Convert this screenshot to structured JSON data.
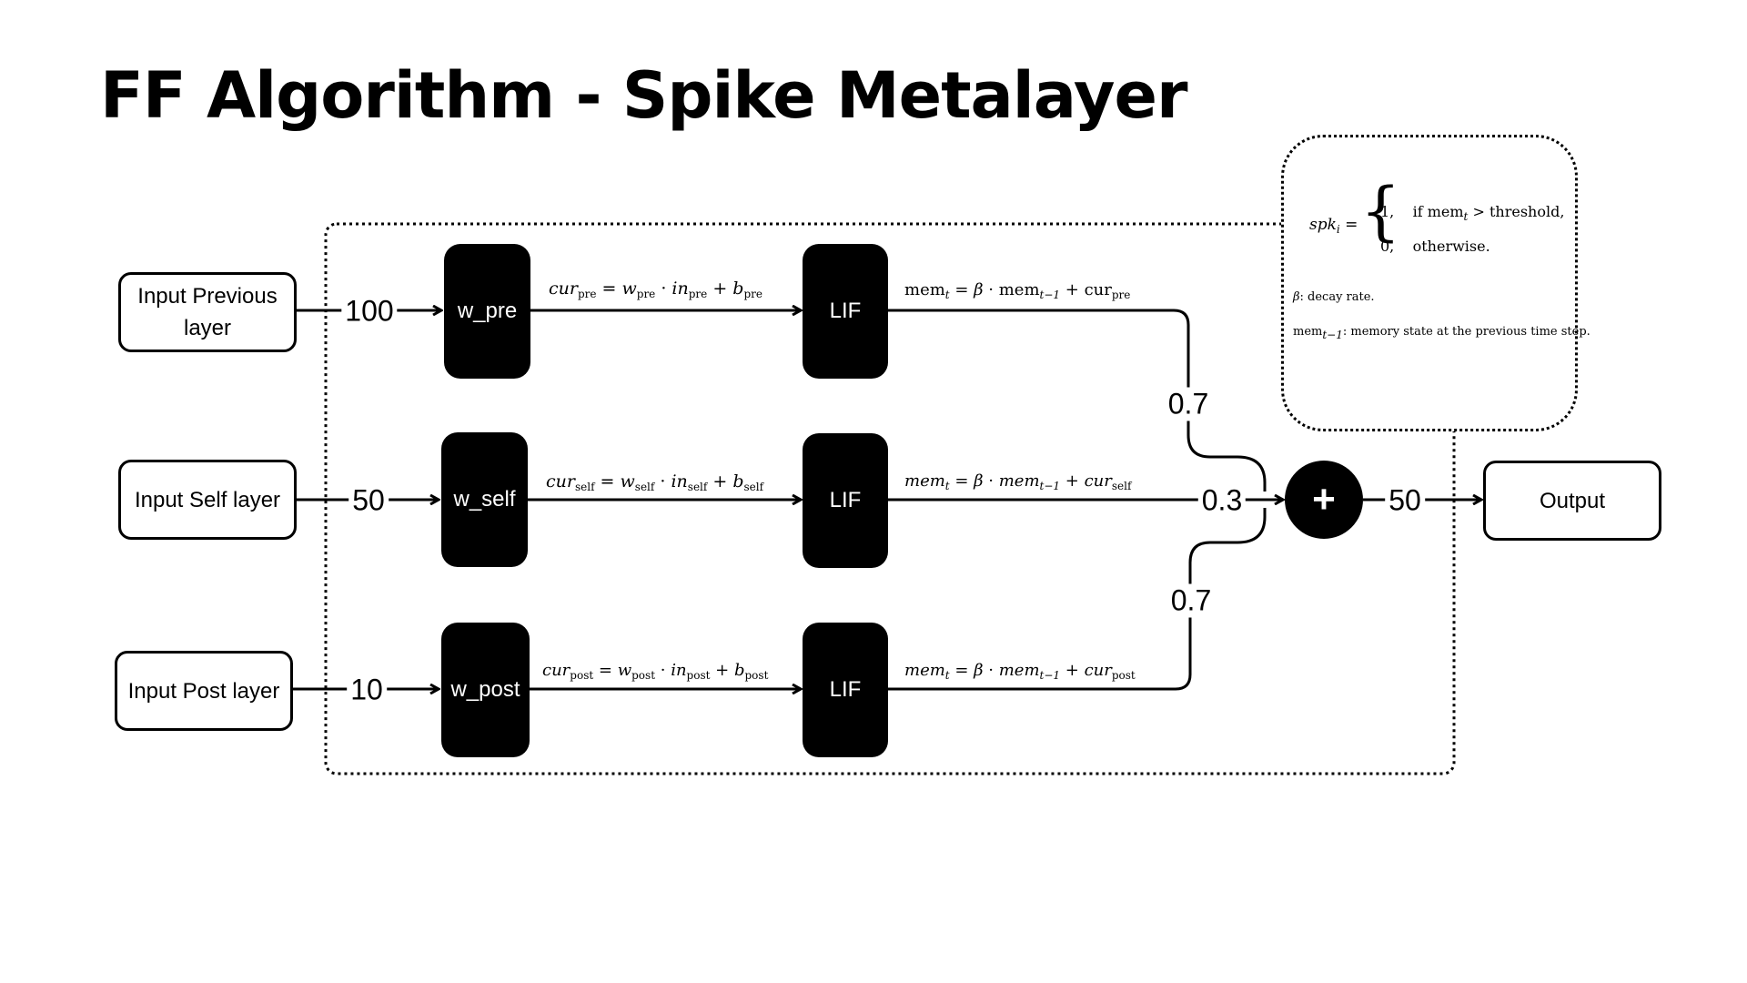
{
  "title": "FF Algorithm - Spike Metalayer",
  "inputs": {
    "previous": "Input Previous layer",
    "self": "Input Self layer",
    "post": "Input Post layer"
  },
  "input_values": {
    "previous": "100",
    "self": "50",
    "post": "10"
  },
  "weights": {
    "pre": "w_pre",
    "self": "w_self",
    "post": "w_post"
  },
  "lif_label": "LIF",
  "current_eq": {
    "pre": {
      "lhs": "cur",
      "sub": "pre",
      "w": "w",
      "in": "in",
      "b": "b"
    },
    "self": {
      "lhs": "cur",
      "sub": "self",
      "w": "w",
      "in": "in",
      "b": "b"
    },
    "post": {
      "lhs": "cur",
      "sub": "post",
      "w": "w",
      "in": "in",
      "b": "b"
    }
  },
  "memory_eq": {
    "mem": "mem",
    "t": "t",
    "beta": "β",
    "t_minus_1": "t−1",
    "cur": "cur",
    "pre": "pre",
    "self": "self",
    "post": "post"
  },
  "scale_factors": {
    "pre": "0.7",
    "self": "0.3",
    "post": "0.7"
  },
  "sum_symbol": "+",
  "sum_value": "50",
  "output_label": "Output",
  "spike_note": {
    "lhs_spk": "spk",
    "lhs_i": "i",
    "case1_value": "1,",
    "case1_condition_prefix": "if mem",
    "case1_condition_sub": "t",
    "case1_condition_suffix": "> threshold,",
    "case2_value": "0,",
    "case2_condition": "otherwise.",
    "beta_symbol": "β",
    "beta_text": ": decay rate.",
    "mem_prev_symbol": "mem",
    "mem_prev_sub": "t−1",
    "mem_prev_text": ": memory state at the previous time step."
  }
}
